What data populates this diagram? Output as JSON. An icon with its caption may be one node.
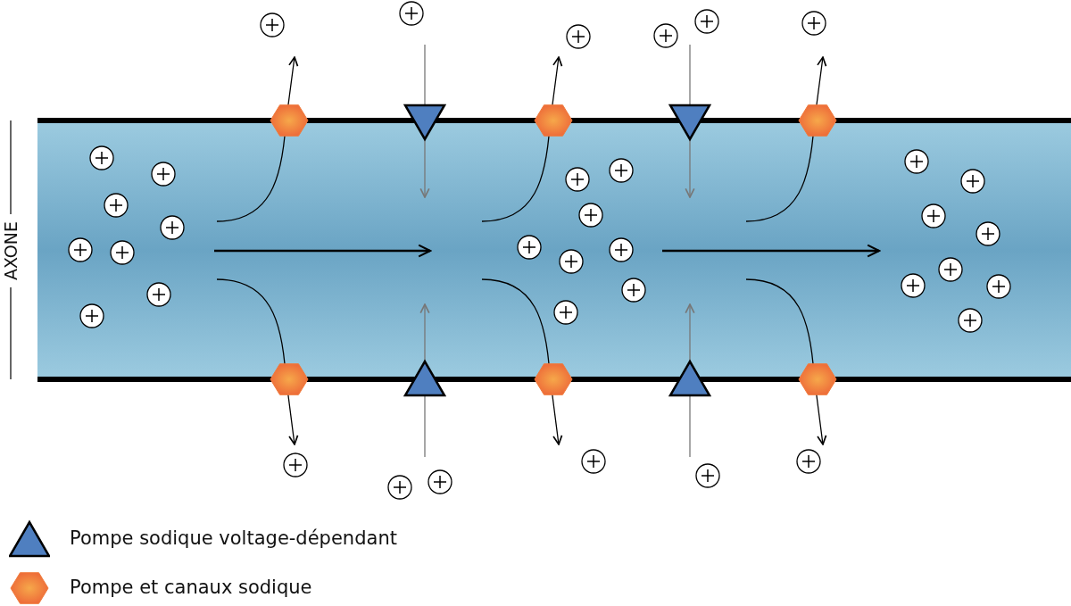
{
  "diagram": {
    "labels": [
      "AXONE"
    ],
    "legend": [
      {
        "text": "Pompe sodique voltage-dépendant"
      },
      {
        "text": "Pompe et canaux sodique"
      }
    ]
  }
}
